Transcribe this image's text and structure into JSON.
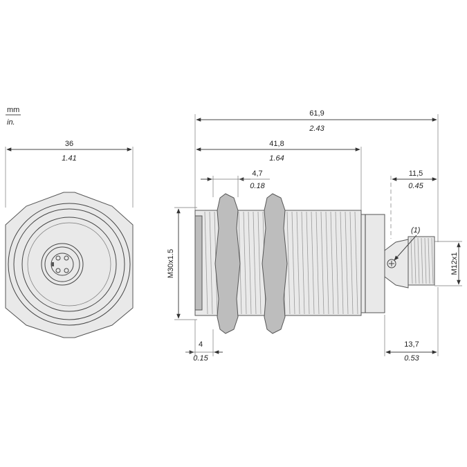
{
  "units": {
    "metric": "mm",
    "imperial": "in."
  },
  "front_view": {
    "width": {
      "mm": "36",
      "in": "1.41"
    }
  },
  "side_view": {
    "overall_length": {
      "mm": "61,9",
      "in": "2.43"
    },
    "body_length": {
      "mm": "41,8",
      "in": "1.64"
    },
    "nut_width": {
      "mm": "4,7",
      "in": "0.18"
    },
    "nut_thickness": {
      "mm": "4",
      "in": "0.15"
    },
    "connector_length": {
      "mm": "11,5",
      "in": "0.45"
    },
    "tail_length": {
      "mm": "13,7",
      "in": "0.53"
    },
    "thread_main": "M30x1.5",
    "thread_connector": "M12x1",
    "callout": "(1)"
  },
  "colors": {
    "line": "#444444",
    "body": "#e9e9e9",
    "shade": "#bdbdbd"
  }
}
